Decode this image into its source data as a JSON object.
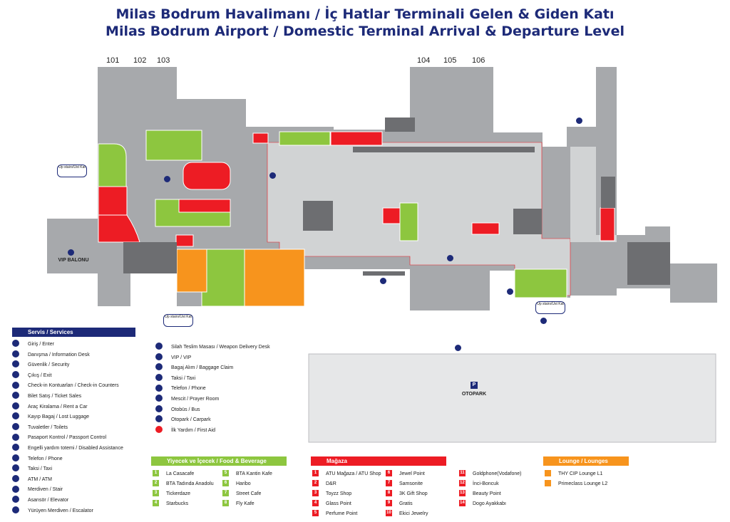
{
  "title_tr": "Milas Bodrum Havalimanı / İç Hatlar Terminali Gelen & Giden Katı",
  "title_en": "Milas Bodrum Airport / Domestic Terminal Arrival & Departure Level",
  "gates": [
    "101",
    "102",
    "103",
    "104",
    "105",
    "106"
  ],
  "map_labels": {
    "vip": "VIP BALONU",
    "otopark": "OTOPARK",
    "parking_icon": "P",
    "stairs_tag": "Up stairs/Üst Kat"
  },
  "colors": {
    "building": "#a7a9ac",
    "interior": "#d1d3d4",
    "food": "#8dc63f",
    "shop": "#ed1c24",
    "lounge": "#f7941d",
    "service": "#1d2a78",
    "dark": "#6d6e71"
  },
  "legend": {
    "services_title": "Servis / Services",
    "services": [
      {
        "icon": "enter-icon",
        "label": "Giriş / Enter"
      },
      {
        "icon": "info-icon",
        "label": "Danışma / Information Desk"
      },
      {
        "icon": "security-icon",
        "label": "Güvenlik / Security"
      },
      {
        "icon": "exit-icon",
        "label": "Çıkış / Exit"
      },
      {
        "icon": "checkin-icon",
        "label": "Check-in Kontuarları / Check-in Counters"
      },
      {
        "icon": "ticket-icon",
        "label": "Bilet Satış / Ticket Sales"
      },
      {
        "icon": "rent-car-icon",
        "label": "Araç Kiralama / Rent a Car"
      },
      {
        "icon": "lost-luggage-icon",
        "label": "Kayıp Bagaj / Lost Luggage"
      },
      {
        "icon": "toilet-icon",
        "label": "Tuvaletler / Toilets"
      },
      {
        "icon": "passport-icon",
        "label": "Pasaport Kontrol / Passport Control"
      },
      {
        "icon": "disabled-icon",
        "label": "Engelli yardım totemi / Disabled Assistance"
      },
      {
        "icon": "phone-icon",
        "label": "Telefon / Phone"
      },
      {
        "icon": "taxi-icon",
        "label": "Taksi / Taxi"
      },
      {
        "icon": "atm-icon",
        "label": "ATM / ATM"
      },
      {
        "icon": "stair-icon",
        "label": "Merdiven / Stair"
      },
      {
        "icon": "elevator-icon",
        "label": "Asansör / Elevator"
      },
      {
        "icon": "escalator-icon",
        "label": "Yürüyen Merdiven / Escalator"
      }
    ],
    "services2": [
      {
        "icon": "weapon-delivery-icon",
        "label": "Silah Teslim Masası / Weapon Delivery Desk"
      },
      {
        "icon": "vip-icon",
        "label": "VIP / VIP"
      },
      {
        "icon": "baggage-claim-icon",
        "label": "Bagaj Alım / Baggage Claim"
      },
      {
        "icon": "taxi-icon",
        "label": "Taksi / Taxi"
      },
      {
        "icon": "phone-icon",
        "label": "Telefon / Phone"
      },
      {
        "icon": "prayer-room-icon",
        "label": "Mescit / Prayer Room"
      },
      {
        "icon": "bus-icon",
        "label": "Otobüs / Bus"
      },
      {
        "icon": "carpark-icon",
        "label": "Otopark / Carpark"
      },
      {
        "icon": "first-aid-icon",
        "label": "İlk Yardım / First Aid"
      }
    ],
    "food_title": "Yiyecek ve İçecek / Food & Beverage",
    "food": [
      {
        "n": "1",
        "label": "La Casacafe"
      },
      {
        "n": "2",
        "label": "BTA Tadında Anadolu"
      },
      {
        "n": "3",
        "label": "Tickerdaze"
      },
      {
        "n": "4",
        "label": "Starbucks"
      },
      {
        "n": "5",
        "label": "BTA Kantin Kafe"
      },
      {
        "n": "6",
        "label": "Haribo"
      },
      {
        "n": "7",
        "label": "Street Cafe"
      },
      {
        "n": "8",
        "label": "Fly Kafe"
      }
    ],
    "shop_title": "Mağaza",
    "shops": [
      {
        "n": "1",
        "label": "ATU Mağaza / ATU Shop"
      },
      {
        "n": "2",
        "label": "D&R"
      },
      {
        "n": "3",
        "label": "Toyzz Shop"
      },
      {
        "n": "4",
        "label": "Glass Point"
      },
      {
        "n": "5",
        "label": "Perfume Point"
      },
      {
        "n": "6",
        "label": "Jewel Point"
      },
      {
        "n": "7",
        "label": "Samsonite"
      },
      {
        "n": "8",
        "label": "3K Gift Shop"
      },
      {
        "n": "9",
        "label": "Gratis"
      },
      {
        "n": "10",
        "label": "Ekici Jewelry"
      },
      {
        "n": "11",
        "label": "Goldphone(Vodafone)"
      },
      {
        "n": "12",
        "label": "İnci-Boncuk"
      },
      {
        "n": "13",
        "label": "Beauty Point"
      },
      {
        "n": "14",
        "label": "Dogo Ayakkabı"
      }
    ],
    "lounge_title": "Lounge / Lounges",
    "lounges": [
      {
        "label": "THY CIP Lounge L1"
      },
      {
        "label": "Primeclass Lounge L2"
      }
    ]
  }
}
